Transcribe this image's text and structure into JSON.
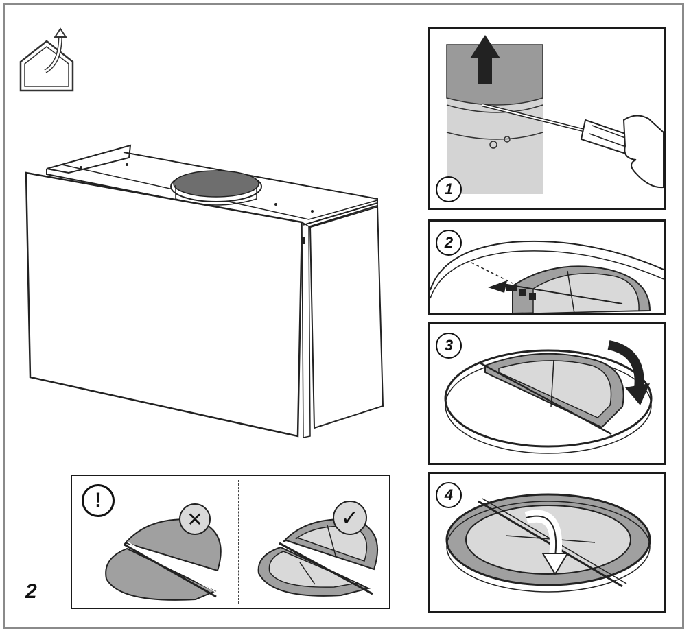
{
  "page": {
    "figure_number": "2"
  },
  "steps": [
    {
      "number": "1"
    },
    {
      "number": "2"
    },
    {
      "number": "3"
    },
    {
      "number": "4"
    }
  ],
  "warning": {
    "symbol": "!",
    "wrong_mark": "✕",
    "correct_mark": "✓"
  },
  "icons": {
    "venting": "house-with-outlet-arrow-icon",
    "screwdriver": "screwdriver-icon",
    "hand": "hand-icon",
    "lift_arrow": "arrow-up-icon",
    "insert_arrow": "arrow-left-icon",
    "rotate_arrow": "curved-arrow-down-icon"
  },
  "colors": {
    "line": "#1a1a1a",
    "filter_gray": "#a0a0a0",
    "light_gray": "#d9d9d9",
    "frame_gray": "#8a8a8a"
  }
}
